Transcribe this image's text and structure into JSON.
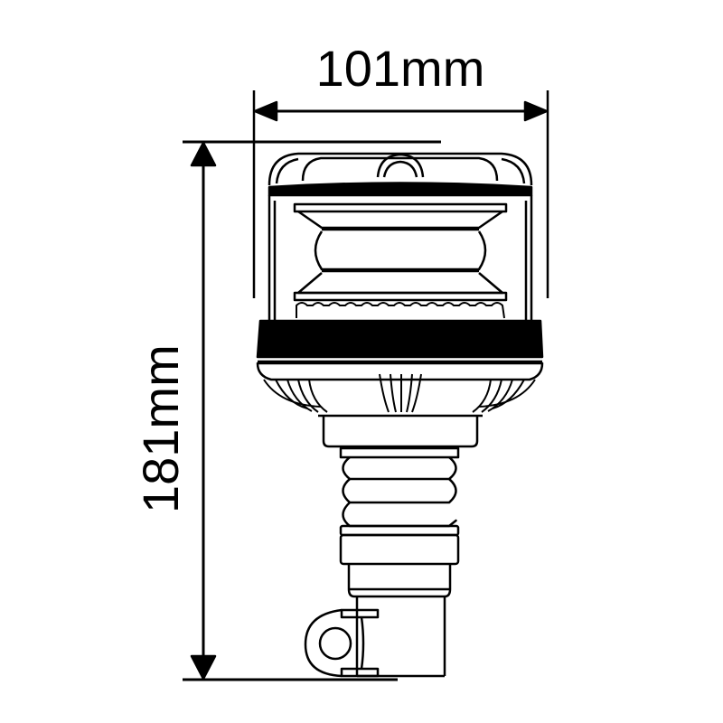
{
  "diagram": {
    "subject": "LED beacon on flexible DIN spigot mount",
    "dimensions": {
      "width": {
        "label": "101mm",
        "value": 101,
        "unit": "mm",
        "orientation": "horizontal"
      },
      "height": {
        "label": "181mm",
        "value": 181,
        "unit": "mm",
        "orientation": "vertical"
      }
    },
    "colors": {
      "line": "#000000",
      "background": "#ffffff"
    }
  }
}
